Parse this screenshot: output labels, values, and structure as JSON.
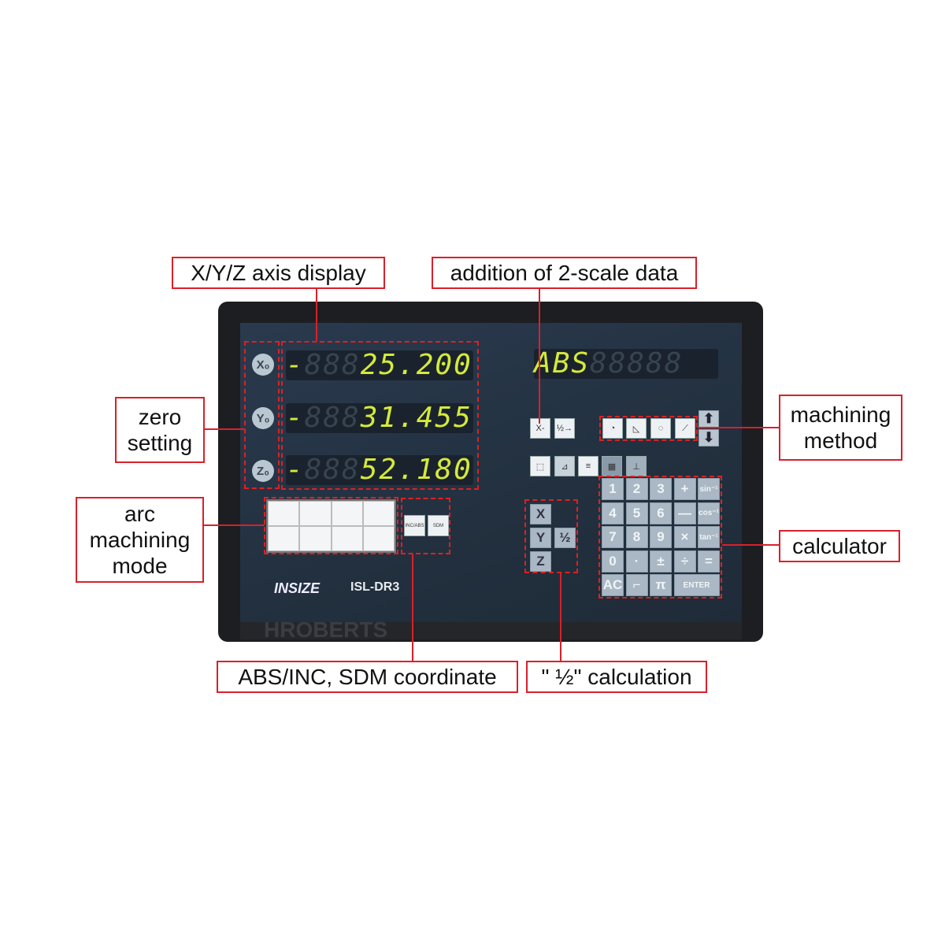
{
  "labels": {
    "axis_display": "X/Y/Z axis display",
    "addition": "addition of 2-scale data",
    "zero_setting": "zero setting",
    "machining_method": "machining method",
    "arc_mode": "arc machining mode",
    "calculator": "calculator",
    "abs_inc": "ABS/INC, SDM coordinate",
    "half_calc": "\" ½\" calculation"
  },
  "device": {
    "brand": "INSIZE",
    "model": "ISL-DR3",
    "watermark": "HROBERTS",
    "displays": [
      {
        "axis": "X₀",
        "sign": "-",
        "value": "25.200"
      },
      {
        "axis": "Y₀",
        "sign": "-",
        "value": "31.455"
      },
      {
        "axis": "Z₀",
        "sign": "-",
        "value": "52.180"
      }
    ],
    "message_display": "ABS",
    "function_keys": [
      "X-",
      "½→"
    ],
    "abs_inc_keys": [
      "INC/ABS",
      "SDM"
    ],
    "axis_keys": [
      "X",
      "Y",
      "Z",
      "½"
    ],
    "calc_keys": [
      "1",
      "2",
      "3",
      "+",
      "sin⁻¹",
      "4",
      "5",
      "6",
      "—",
      "cos⁻¹",
      "7",
      "8",
      "9",
      "×",
      "tan⁻¹",
      "0",
      "·",
      "±",
      "÷",
      "=",
      "AC",
      "⌐",
      "π",
      "ENTER"
    ],
    "accent_color": "#d5ea3b",
    "annotation_color": "#d9202a"
  }
}
